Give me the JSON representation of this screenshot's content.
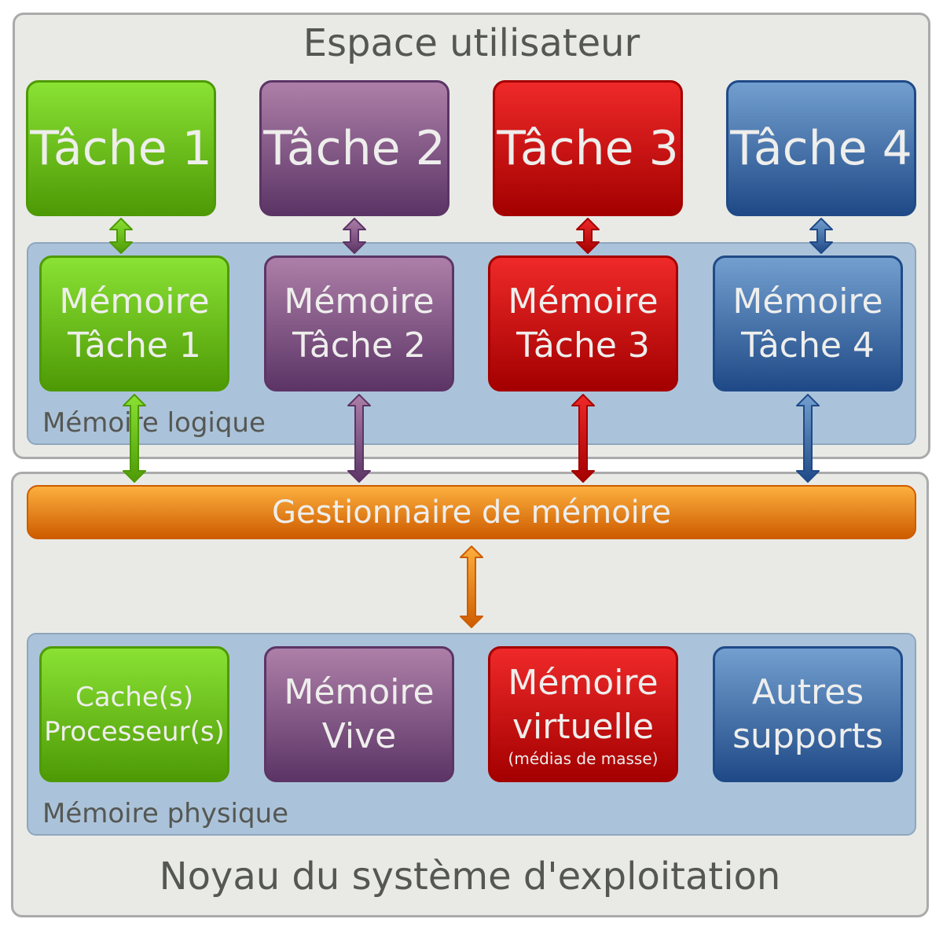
{
  "user_space": {
    "title": "Espace utilisateur"
  },
  "tasks": [
    {
      "label": "Tâche 1"
    },
    {
      "label": "Tâche 2"
    },
    {
      "label": "Tâche 3"
    },
    {
      "label": "Tâche 4"
    }
  ],
  "logical_memory": {
    "label": "Mémoire logique",
    "items": [
      {
        "line1": "Mémoire",
        "line2": "Tâche 1"
      },
      {
        "line1": "Mémoire",
        "line2": "Tâche 2"
      },
      {
        "line1": "Mémoire",
        "line2": "Tâche 3"
      },
      {
        "line1": "Mémoire",
        "line2": "Tâche 4"
      }
    ]
  },
  "memory_manager": {
    "label": "Gestionnaire de mémoire"
  },
  "physical_memory": {
    "label": "Mémoire physique",
    "items": [
      {
        "line1": "Cache(s)",
        "line2": "Processeur(s)"
      },
      {
        "line1": "Mémoire",
        "line2": "Vive"
      },
      {
        "line1": "Mémoire",
        "line2": "virtuelle",
        "note": "(médias de masse)"
      },
      {
        "line1": "Autres",
        "line2": "supports"
      }
    ]
  },
  "kernel": {
    "title": "Noyau du système d'exploitation"
  },
  "colors": {
    "green": "#4e9a06",
    "purple": "#5c3566",
    "red": "#a40000",
    "blue": "#204a87",
    "orange": "#ce5c00"
  }
}
